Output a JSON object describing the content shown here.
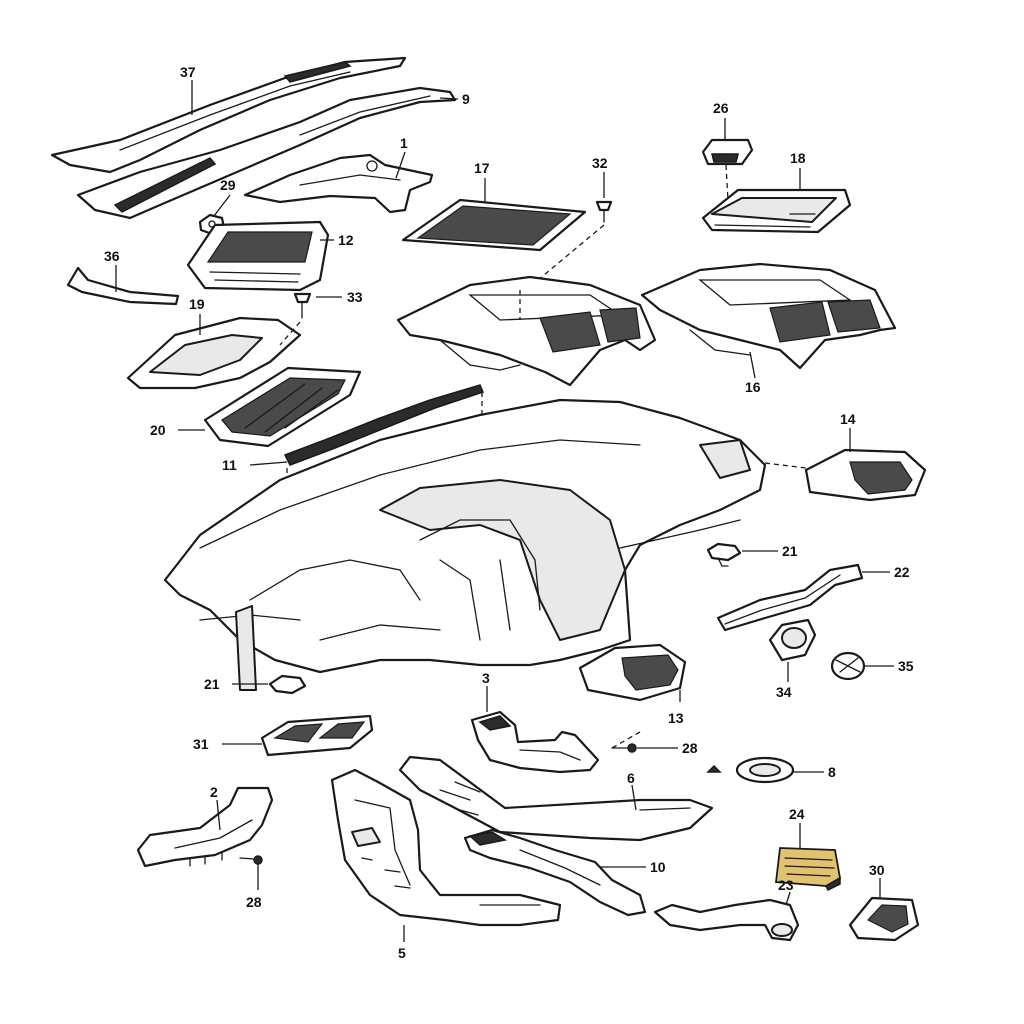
{
  "callouts": {
    "n1": "1",
    "n2": "2",
    "n3": "3",
    "n5": "5",
    "n6": "6",
    "n8": "8",
    "n9": "9",
    "n10": "10",
    "n11": "11",
    "n12": "12",
    "n13": "13",
    "n14": "14",
    "n16": "16",
    "n17": "17",
    "n18": "18",
    "n19": "19",
    "n20": "20",
    "n21a": "21",
    "n21b": "21",
    "n22": "22",
    "n23": "23",
    "n24": "24",
    "n26": "26",
    "n28a": "28",
    "n28b": "28",
    "n29": "29",
    "n30": "30",
    "n31": "31",
    "n32": "32",
    "n33": "33",
    "n34": "34",
    "n35": "35",
    "n36": "36",
    "n37": "37"
  },
  "colors": {
    "line": "#1a1a1a",
    "highlight": "#e2c270",
    "background": "#ffffff"
  }
}
